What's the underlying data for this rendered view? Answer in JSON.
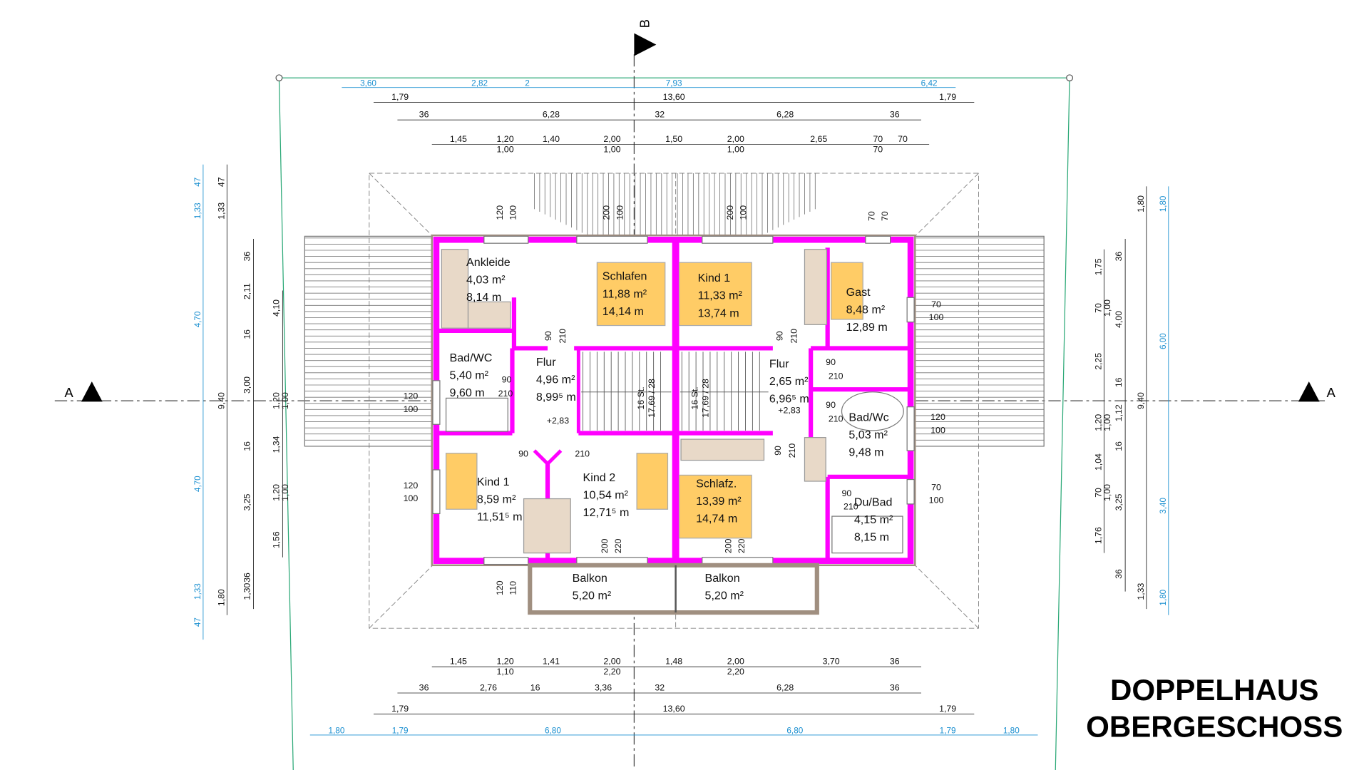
{
  "title": {
    "line1": "DOPPELHAUS",
    "line2": "OBERGESCHOSS"
  },
  "section_marks": {
    "a_left": "A",
    "a_right": "A",
    "b": "B"
  },
  "colors": {
    "wall": "#ff00ff",
    "bed": "#ffcc66",
    "dim_blue": "#1a8fd0",
    "property_line": "#2aa876"
  },
  "rooms": [
    {
      "name": "Ankleide",
      "area": "4,03 m²",
      "perimeter": "8,14 m"
    },
    {
      "name": "Schlafen",
      "area": "11,88 m²",
      "perimeter": "14,14 m"
    },
    {
      "name": "Kind 1",
      "area": "11,33 m²",
      "perimeter": "13,74 m"
    },
    {
      "name": "Gast",
      "area": "8,48 m²",
      "perimeter": "12,89 m"
    },
    {
      "name": "Bad/WC",
      "area": "5,40 m²",
      "perimeter": "9,60 m"
    },
    {
      "name": "Flur",
      "area": "4,96 m²",
      "perimeter": "8,99⁵ m"
    },
    {
      "name": "Flur",
      "area": "2,65 m²",
      "perimeter": "6,96⁵ m"
    },
    {
      "name": "Bad/Wc",
      "area": "5,03 m²",
      "perimeter": "9,48 m"
    },
    {
      "name": "Kind 1",
      "area": "8,59 m²",
      "perimeter": "11,51⁵ m"
    },
    {
      "name": "Kind 2",
      "area": "10,54 m²",
      "perimeter": "12,71⁵ m"
    },
    {
      "name": "Schlafz.",
      "area": "13,39 m²",
      "perimeter": "14,74 m"
    },
    {
      "name": "Du/Bad",
      "area": "4,15 m²",
      "perimeter": "8,15 m"
    },
    {
      "name": "Balkon",
      "area": "5,20 m²"
    },
    {
      "name": "Balkon",
      "area": "5,20 m²"
    }
  ],
  "stairs": [
    {
      "steps": "16 St.",
      "ratio": "17,69 / 28",
      "level": "+2,83"
    },
    {
      "steps": "16 St.",
      "ratio": "17,69 / 28",
      "level": "+2,83"
    }
  ],
  "dims": {
    "top_blue": [
      "3,60",
      "2,82",
      "2",
      "7,93",
      "6,42"
    ],
    "top_overall": [
      "1,79",
      "13,60",
      "1,79"
    ],
    "top_walls": [
      "36",
      "6,28",
      "32",
      "6,28",
      "36"
    ],
    "top_openings": [
      "1,45",
      "1,20",
      "1,40",
      "2,00",
      "1,50",
      "2,00",
      "2,65",
      "70",
      "70"
    ],
    "top_openings_h": [
      "1,00",
      "1,00",
      "1,00",
      "70"
    ],
    "bottom_openings": [
      "1,45",
      "1,20",
      "1,41",
      "2,00",
      "1,48",
      "2,00",
      "3,70",
      "36"
    ],
    "bottom_openings_h": [
      "1,10",
      "2,20",
      "2,20"
    ],
    "bottom_walls": [
      "36",
      "2,76",
      "16",
      "3,36",
      "32",
      "6,28",
      "36"
    ],
    "bottom_overall": [
      "1,79",
      "13,60",
      "1,79"
    ],
    "bottom_blue": [
      "1,80",
      "1,79",
      "6,80",
      "6,80",
      "1,79",
      "1,80"
    ],
    "left_blue": [
      "47",
      "1,33",
      "4,70",
      "4,70",
      "1,33",
      "47"
    ],
    "left_overall": [
      "47",
      "1,33",
      "9,40",
      "1,80"
    ],
    "left_walls": [
      "36",
      "2,11",
      "16",
      "3,00",
      "16",
      "3,25",
      "36",
      "1,30"
    ],
    "left_openings": [
      "4,10",
      "1,20",
      "1,34",
      "1,20",
      "1,56"
    ],
    "left_openings_h": [
      "1,00",
      "1,00"
    ],
    "right_openings": [
      "1,75",
      "70",
      "2,25",
      "1,20",
      "1,04",
      "70",
      "1,76"
    ],
    "right_openings_h": [
      "1,00",
      "1,00",
      "1,00"
    ],
    "right_walls": [
      "36",
      "4,00",
      "16",
      "1,12",
      "16",
      "3,25",
      "36"
    ],
    "right_overall": [
      "1,80",
      "9,40",
      "1,33"
    ],
    "right_blue": [
      "1,80",
      "6,00",
      "3,40",
      "1,80"
    ]
  },
  "openings": {
    "windows_top": [
      "120",
      "100",
      "200",
      "100",
      "200",
      "100",
      "70",
      "70"
    ],
    "windows_left": [
      "120",
      "100",
      "120",
      "100"
    ],
    "windows_right": [
      "70",
      "100",
      "120",
      "100",
      "70",
      "100"
    ],
    "windows_bottom": [
      "120",
      "110",
      "200",
      "220",
      "200",
      "220"
    ],
    "doors": [
      "90",
      "210",
      "90",
      "210",
      "90",
      "210",
      "90",
      "210",
      "90",
      "210",
      "90",
      "210",
      "90",
      "210",
      "90",
      "210"
    ]
  }
}
